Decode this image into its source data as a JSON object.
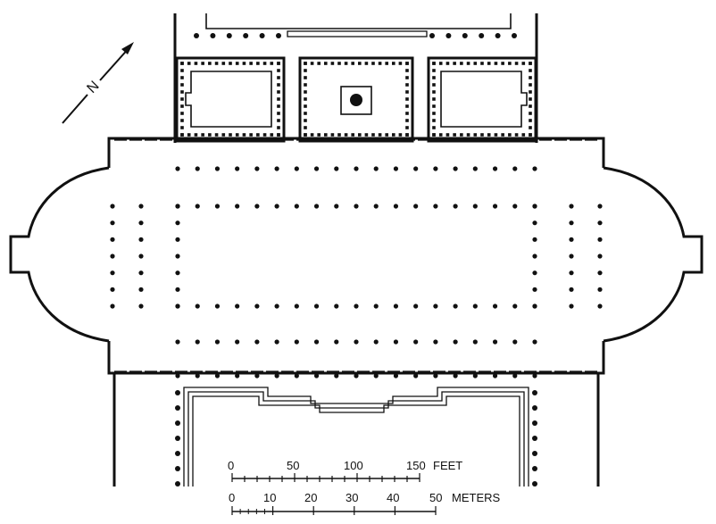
{
  "diagram": {
    "north_label": "N",
    "scale_feet": {
      "ticks": [
        "0",
        "50",
        "100",
        "150"
      ],
      "unit": "FEET"
    },
    "scale_meters": {
      "ticks": [
        "0",
        "10",
        "20",
        "30",
        "40",
        "50"
      ],
      "unit": "METERS"
    }
  }
}
